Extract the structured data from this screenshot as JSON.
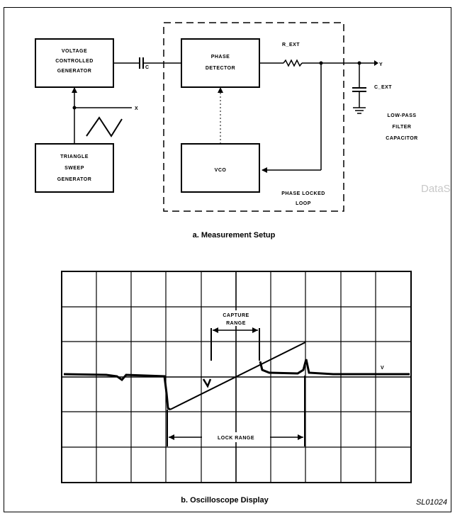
{
  "setup": {
    "vco_label_1": "VOLTAGE",
    "vco_label_2": "CONTROLLED",
    "vco_label_3": "GENERATOR",
    "tri_label_1": "TRIANGLE",
    "tri_label_2": "SWEEP",
    "tri_label_3": "GENERATOR",
    "pd_label_1": "PHASE",
    "pd_label_2": "DETECTOR",
    "pll_vco_label": "VCO",
    "pll_label_1": "PHASE LOCKED",
    "pll_label_2": "LOOP",
    "r_ext": "R_EXT",
    "c_ext": "C_EXT",
    "x_label": "X",
    "y_label": "Y",
    "lp_label_1": "LOW-PASS",
    "lp_label_2": "FILTER",
    "lp_label_3": "CAPACITOR",
    "cap_label": "C"
  },
  "scope": {
    "capture_label_1": "CAPTURE",
    "capture_label_2": "RANGE",
    "lock_label": "LOCK RANGE",
    "trace_label": "V"
  },
  "caption_a": "a.  Measurement Setup",
  "caption_b": "b.  Oscilloscope Display",
  "figure_code": "SL01024",
  "watermark": "DataS"
}
